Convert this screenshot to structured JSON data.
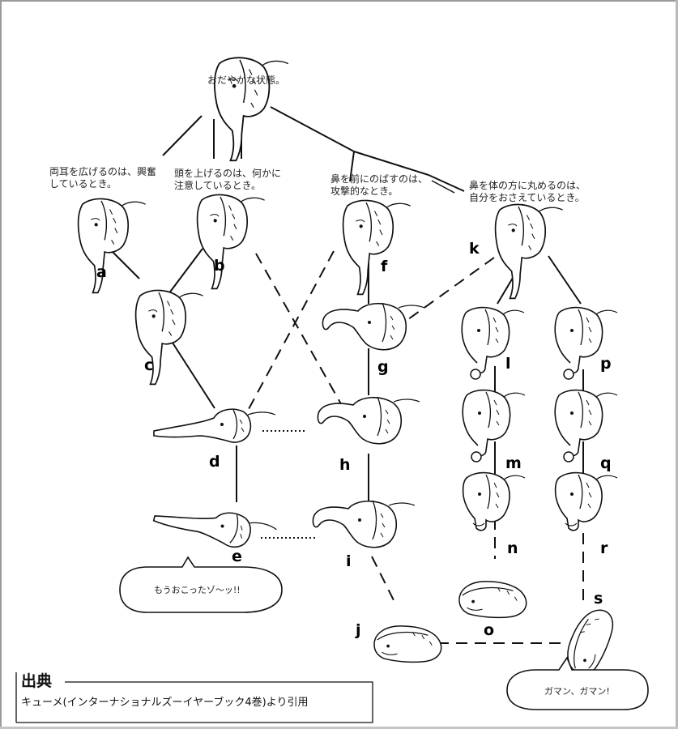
{
  "captions": {
    "calm": "おだやかな状態。",
    "ears": "両耳を広げるのは、興奮\nしているとき。",
    "head": "頭を上げるのは、何かに\n注意しているとき。",
    "trunk_forward": "鼻を前にのばすのは、\n攻撃的なとき。",
    "trunk_curl": "鼻を体の方に丸めるのは、\n自分をおさえているとき。"
  },
  "letters": {
    "a": "a",
    "b": "b",
    "c": "c",
    "d": "d",
    "e": "e",
    "f": "f",
    "g": "g",
    "h": "h",
    "i": "i",
    "j": "j",
    "k": "k",
    "l": "l",
    "m": "m",
    "n": "n",
    "o": "o",
    "p": "p",
    "q": "q",
    "r": "r",
    "s": "s"
  },
  "bubbles": {
    "angry": "もうおこったゾ〜ッ!!",
    "endure": "ガマン、ガマン!"
  },
  "source": {
    "title": "出典",
    "text": "キューメ(インターナショナルズーイヤーブック4巻)より引用"
  },
  "icons": {
    "elephant": "elephant-head-icon"
  }
}
